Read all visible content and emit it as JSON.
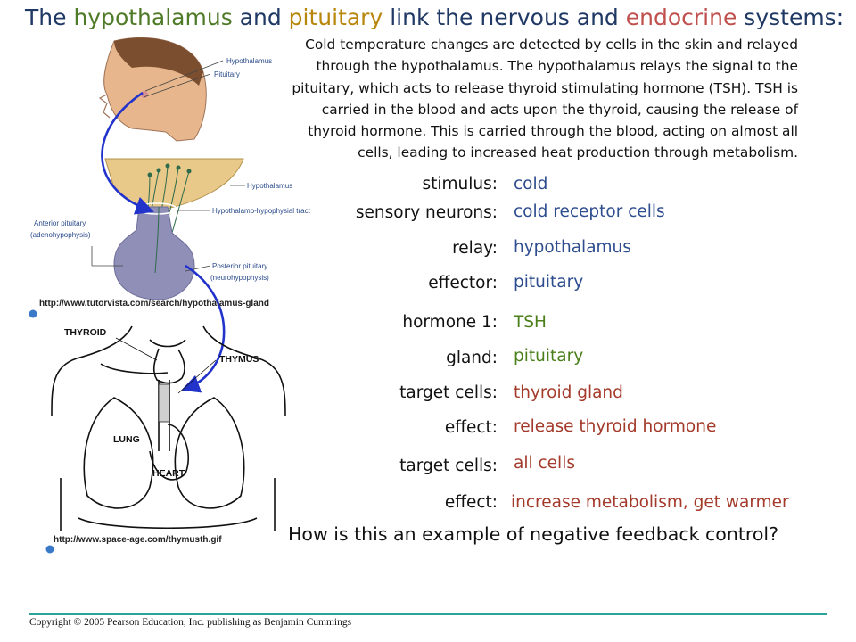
{
  "title": {
    "part1": "The ",
    "hypothalamus": "hypothalamus",
    "part2": " and ",
    "pituitary": "pituitary",
    "part3": " link the nervous and ",
    "endocrine": "endocrine",
    "part4": " systems:"
  },
  "description": "Cold temperature changes are detected by cells in the skin and relayed through the hypothalamus. The hypothalamus relays the signal to the pituitary, which acts to release thyroid stimulating hormone (TSH). TSH is carried in the blood and acts upon the thyroid, causing the release of thyroid hormone. This is carried through the blood, acting on almost all cells, leading to increased heat production through metabolism.",
  "pathway": [
    {
      "label": "stimulus:",
      "value": "cold"
    },
    {
      "label": "sensory neurons:",
      "value": "cold receptor cells"
    },
    {
      "label": "relay:",
      "value": "hypothalamus"
    },
    {
      "label": "effector:",
      "value": "pituitary"
    },
    {
      "label": "hormone 1:",
      "value": "TSH"
    },
    {
      "label": "gland:",
      "value": "pituitary"
    },
    {
      "label": "target cells:",
      "value": "thyroid gland"
    },
    {
      "label": "effect:",
      "value": "release thyroid hormone"
    },
    {
      "label": "target cells:",
      "value": "all cells"
    },
    {
      "label": "effect:",
      "value": "increase metabolism, get warmer"
    }
  ],
  "question": "How is this an example of negative feedback control?",
  "diagram": {
    "head_labels": [
      "Hypothalamus",
      "Pituitary"
    ],
    "gland_labels": {
      "hypothalamus": "Hypothalamus",
      "tract": "Hypothalamo-hypophysial tract",
      "anterior": "Anterior pituitary",
      "anterior_sub": "(adenohypophysis)",
      "posterior": "Posterior pituitary",
      "posterior_sub": "(neurohypophysis)"
    },
    "body_labels": {
      "thyroid": "THYROID",
      "thymus": "THYMUS",
      "lung": "LUNG",
      "heart": "HEART"
    },
    "source_url_1": "http://www.tutorvista.com/search/hypothalamus-gland",
    "source_url_2": "http://www.space-age.com/thymusth.gif"
  },
  "footer": {
    "copyright": "Copyright © 2005 Pearson Education, Inc. publishing as Benjamin Cummings"
  },
  "colors": {
    "title": "#1f3864",
    "hypothalamus": "#4f7b28",
    "pituitary": "#b8860b",
    "endocrine": "#c0504d",
    "value_blue": "#2e4d8f",
    "value_green": "#4a7f1a",
    "value_red": "#a33a2a",
    "arrow": "#2233cc",
    "footer_rule": "#2aa39a"
  }
}
